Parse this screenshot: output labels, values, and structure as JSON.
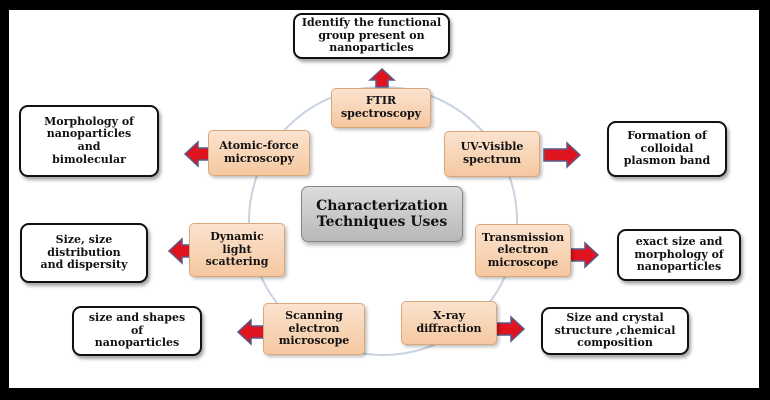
{
  "center": {
    "label": "Characterization\nTechniques  Uses"
  },
  "colors": {
    "arrow": "#e0141e",
    "arrow_outline": "#5a5a8a",
    "ring": "#c9d3e0",
    "technique_fill": "#f5c8a0",
    "center_fill": "#c8c8c8"
  },
  "techniques": [
    {
      "id": "ftir",
      "label": "FTIR\nspectroscopy",
      "use": "Identify the functional\ngroup present on\nnanoparticles",
      "arrow_direction": "up"
    },
    {
      "id": "uv-visible",
      "label": "UV-Visible\nspectrum",
      "use": "Formation of\ncolloidal\nplasmon band",
      "arrow_direction": "right"
    },
    {
      "id": "tem",
      "label": "Transmission\nelectron\nmicroscope",
      "use": "exact  size and\nmorphology of\nnanoparticles",
      "arrow_direction": "right"
    },
    {
      "id": "xrd",
      "label": "X-ray\ndiffraction",
      "use": "Size and crystal\nstructure ,chemical\ncomposition",
      "arrow_direction": "right"
    },
    {
      "id": "sem",
      "label": "Scanning\nelectron\nmicroscope",
      "use": "size and shapes\nof\nnanoparticles",
      "arrow_direction": "left"
    },
    {
      "id": "dls",
      "label": "Dynamic\nlight\nscattering",
      "use": "Size, size\ndistribution\nand dispersity",
      "arrow_direction": "left"
    },
    {
      "id": "afm",
      "label": "Atomic-force\nmicroscopy",
      "use": "Morphology of\nnanoparticles\nand\nbimolecular",
      "arrow_direction": "left"
    }
  ]
}
